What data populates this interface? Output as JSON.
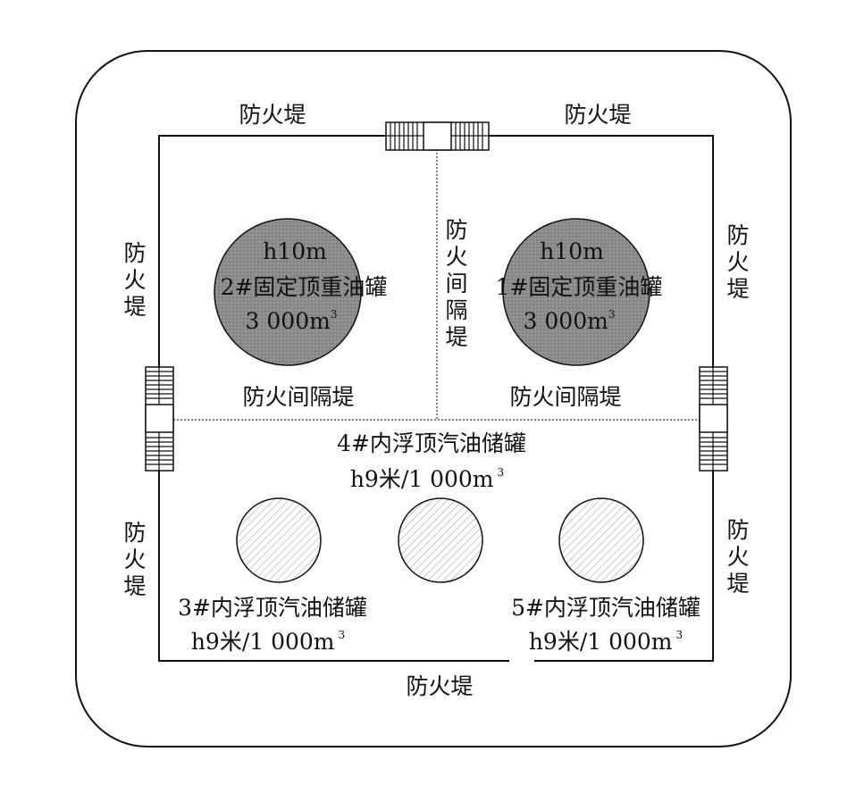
{
  "labels": {
    "dike": "防火堤",
    "dike_chars": [
      "防",
      "火",
      "堤"
    ],
    "divider_vertical_chars": [
      "防",
      "火",
      "间",
      "隔",
      "堤"
    ],
    "divider_horizontal": "防火间隔堤"
  },
  "tanks": {
    "tank2": {
      "line1": "h10m",
      "line2": "2#固定顶重油罐",
      "line3_base": "3 000m",
      "line3_sup": "3"
    },
    "tank1": {
      "line1": "h10m",
      "line2": "1#固定顶重油罐",
      "line3_base": "3 000m",
      "line3_sup": "3"
    },
    "tank4": {
      "line1": "4#内浮顶汽油储罐",
      "line2_base": "h9米/1 000m",
      "line2_sup": "3"
    },
    "tank3": {
      "line1": "3#内浮顶汽油储罐",
      "line2_base": "h9米/1 000m",
      "line2_sup": "3"
    },
    "tank5": {
      "line1": "5#内浮顶汽油储罐",
      "line2_base": "h9米/1 000m",
      "line2_sup": "3"
    }
  },
  "colors": {
    "line": "#111111",
    "heavy_oil_tank_fill": "#8a8a8a",
    "gasoline_tank_fill": "#ffffff",
    "hatch": "#9a9a9a"
  }
}
